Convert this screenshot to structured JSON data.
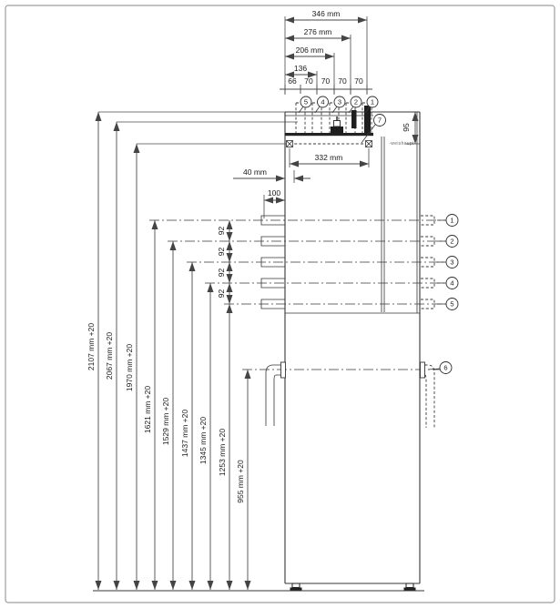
{
  "brand": "-weishaupt-",
  "top_dimensions": {
    "overall": "346 mm",
    "second": "276 mm",
    "third": "206 mm",
    "fourth": "136",
    "spacings": [
      "66",
      "70",
      "70",
      "70",
      "70"
    ]
  },
  "plate_dimensions": {
    "plate_width": "332 mm",
    "edge_offset": "40 mm",
    "pipe_length": "100",
    "top_depth": "95"
  },
  "height_dimensions": [
    "2107 mm +20",
    "2067 mm +20",
    "1970 mm +20",
    "1621 mm +20",
    "1529 mm +20",
    "1437 mm +20",
    "1345 mm +20",
    "1253 mm +20",
    "955 mm +20"
  ],
  "spacing_dimensions": [
    "92",
    "92",
    "92",
    "92"
  ],
  "callouts": {
    "top": [
      "5",
      "4",
      "3",
      "2",
      "1"
    ],
    "right": [
      "1",
      "2",
      "3",
      "4",
      "5"
    ],
    "lower_right": "6",
    "plate": "7"
  }
}
